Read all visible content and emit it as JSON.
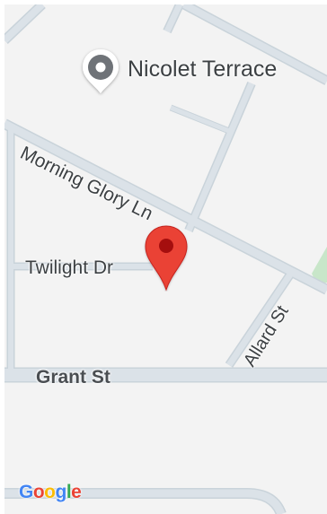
{
  "map": {
    "streets": {
      "morning_glory": "Morning Glory Ln",
      "twilight": "Twilight Dr",
      "grant": "Grant St",
      "allard": "Allard St"
    },
    "poi": {
      "name": "Nicolet Terrace",
      "icon": "place-marker-icon"
    },
    "pin": {
      "icon": "map-pin-icon",
      "color": "#ea4335",
      "dot_color": "#a50e0e"
    },
    "logo": {
      "text": "Google",
      "letters": [
        "G",
        "o",
        "o",
        "g",
        "l",
        "e"
      ],
      "colors": [
        "#4285f4",
        "#ea4335",
        "#fbbc05",
        "#4285f4",
        "#34a853",
        "#ea4335"
      ]
    },
    "colors": {
      "background": "#f3f3f3",
      "road": "#d7dfe5",
      "road_edge": "#c9d3da",
      "park": "#c8e6c9",
      "label": "#3c4043"
    }
  }
}
